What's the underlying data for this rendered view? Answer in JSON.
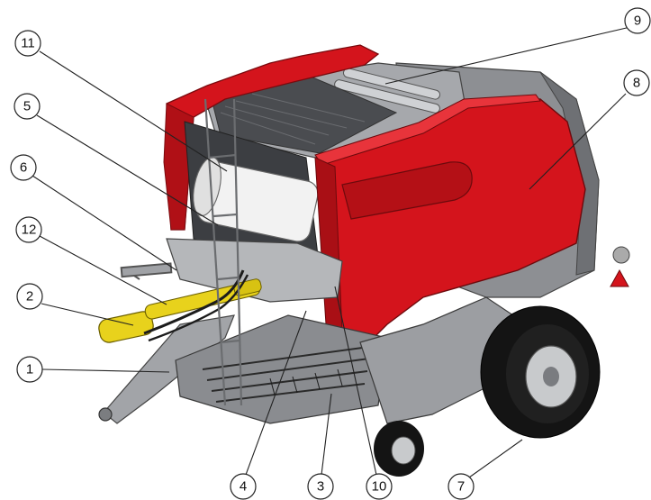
{
  "diagram": {
    "subject": "Round baler, exploded callout view",
    "colors": {
      "body_red": "#d4141c",
      "body_red_dark": "#9e0d12",
      "frame_grey": "#9a9a9a",
      "frame_dark": "#5a5a5a",
      "pto_yellow": "#e8d21c",
      "tire_black": "#141414"
    },
    "callouts": [
      {
        "id": "c11",
        "label": "11"
      },
      {
        "id": "c5",
        "label": "5"
      },
      {
        "id": "c6",
        "label": "6"
      },
      {
        "id": "c12",
        "label": "12"
      },
      {
        "id": "c2",
        "label": "2"
      },
      {
        "id": "c1",
        "label": "1"
      },
      {
        "id": "c4",
        "label": "4"
      },
      {
        "id": "c3",
        "label": "3"
      },
      {
        "id": "c10",
        "label": "10"
      },
      {
        "id": "c7",
        "label": "7"
      },
      {
        "id": "c8",
        "label": "8"
      },
      {
        "id": "c9",
        "label": "9"
      }
    ]
  }
}
